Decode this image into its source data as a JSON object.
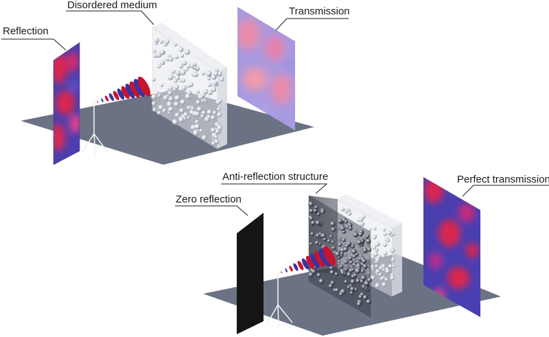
{
  "labels": {
    "reflection": "Reflection",
    "disordered_medium": "Disordered medium",
    "transmission": "Transmission",
    "anti_reflection_structure": "Anti-reflection structure",
    "zero_reflection": "Zero reflection",
    "perfect_transmission": "Perfect transmission"
  },
  "colors": {
    "floor": "#6b7283",
    "speckle_red": "#d8254f",
    "speckle_blue": "#4a3fb0",
    "transmission_pink": "#f08aa6",
    "transmission_lilac": "#a89ae0",
    "zero_reflection_screen": "#151515",
    "medium_glass": "#e6e8ee",
    "anti_reflection_glass": "#3b3f4a",
    "stand": "#f2f2f2"
  },
  "icons": [
    "speaker-wave-source",
    "tripod-stand",
    "scatterer-spheres"
  ]
}
